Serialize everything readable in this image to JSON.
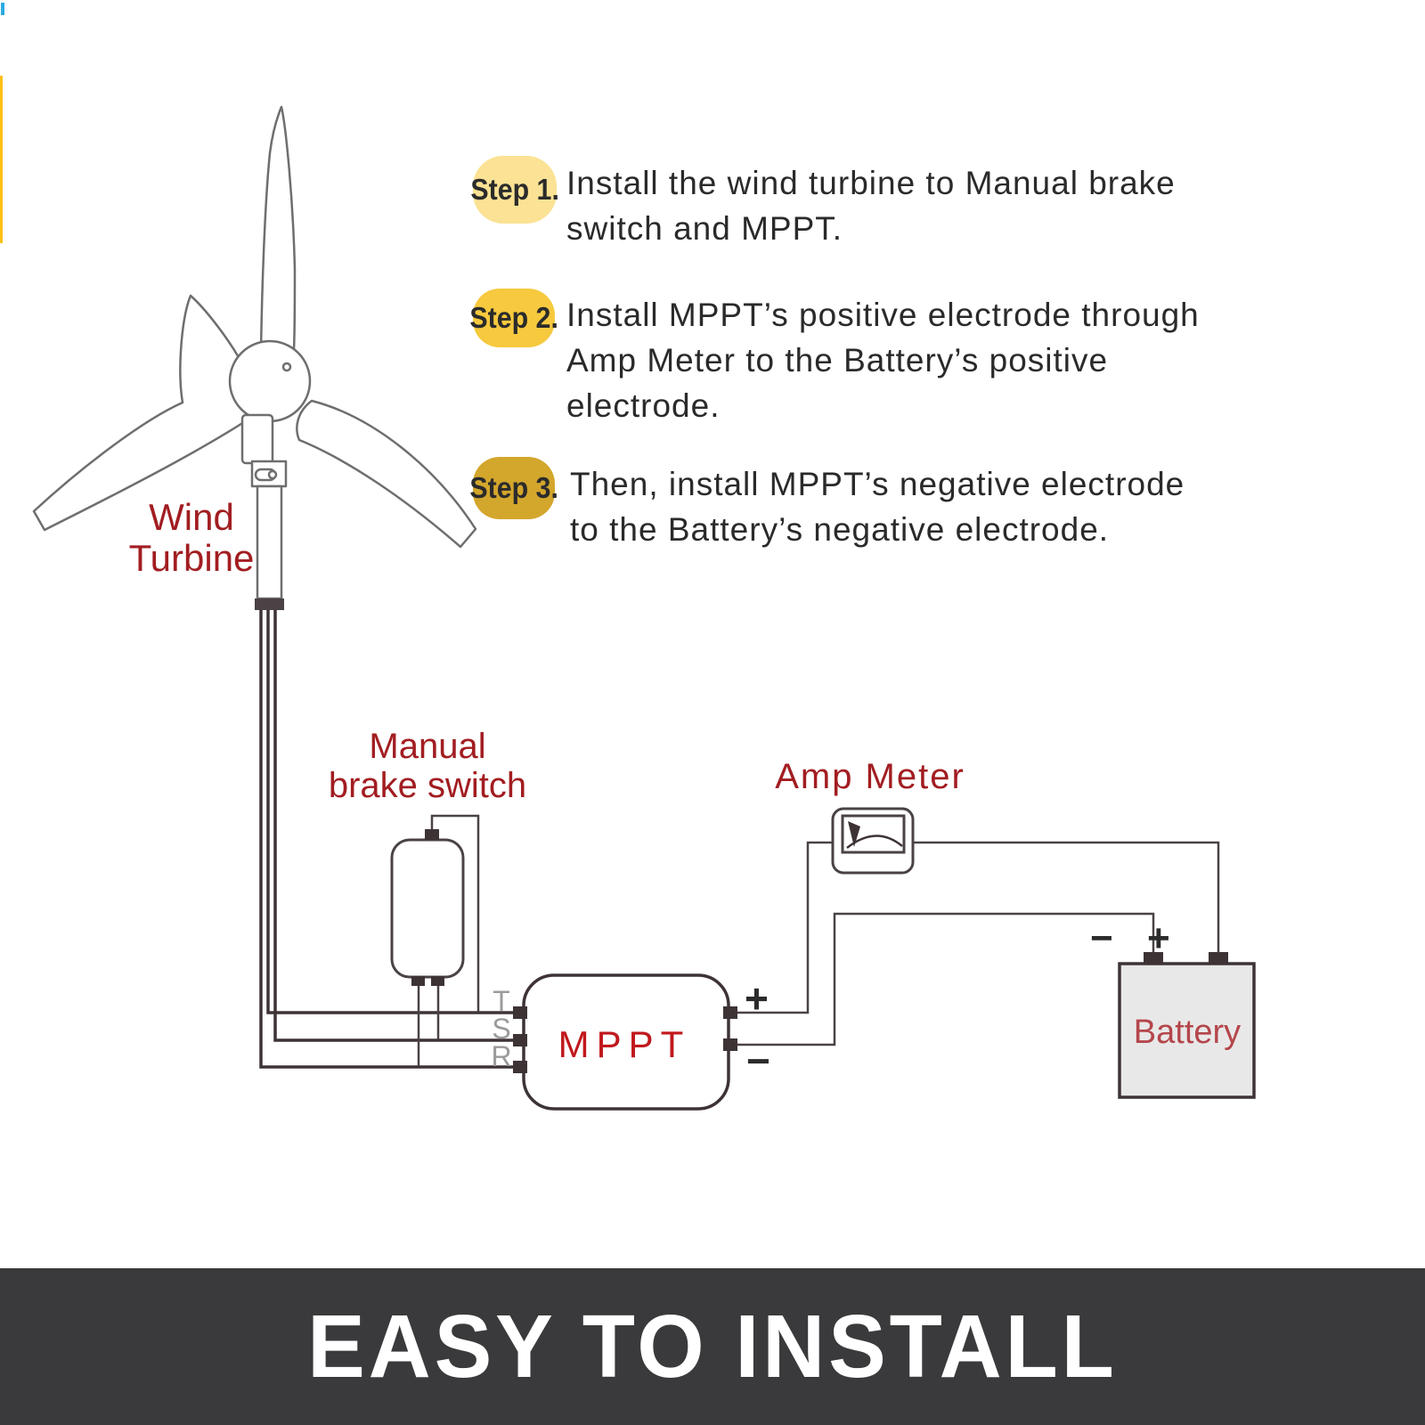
{
  "steps": [
    {
      "badge": "Step 1.",
      "badge_color": "#fbe294",
      "text": "Install the wind turbine to Manual brake\nswitch and MPPT."
    },
    {
      "badge": "Step 2.",
      "badge_color": "#f6c93e",
      "text": "Install MPPT’s positive electrode through\nAmp Meter to the Battery’s positive\nelectrode."
    },
    {
      "badge": "Step 3.",
      "badge_color": "#d3a62c",
      "text": "Then, install MPPT’s negative electrode\nto the Battery’s negative electrode."
    }
  ],
  "diagram": {
    "wind_turbine_label": "Wind\nTurbine",
    "brake_switch_label": "Manual\nbrake switch",
    "amp_meter_label": "Amp Meter",
    "mppt_label": "MPPT",
    "battery_label": "Battery",
    "terminals": [
      "T",
      "S",
      "R"
    ],
    "signs": {
      "plus": "+",
      "minus": "−"
    },
    "colors": {
      "label_red": "#a21d21",
      "mppt_red": "#c0181c",
      "battery_red": "#b4464b",
      "terminal_gray": "#9b9b9b",
      "wire_dark": "#3d3335",
      "outline_gray": "#4a4245",
      "turbine_gray": "#6e6e6e",
      "battery_fill": "#e9e8e8"
    }
  },
  "banner": {
    "text": "EASY TO INSTALL",
    "background": "#3a393b",
    "text_color": "#ffffff"
  },
  "edge_marks": {
    "blue": "#29abe2",
    "yellow": "#fdc013"
  }
}
